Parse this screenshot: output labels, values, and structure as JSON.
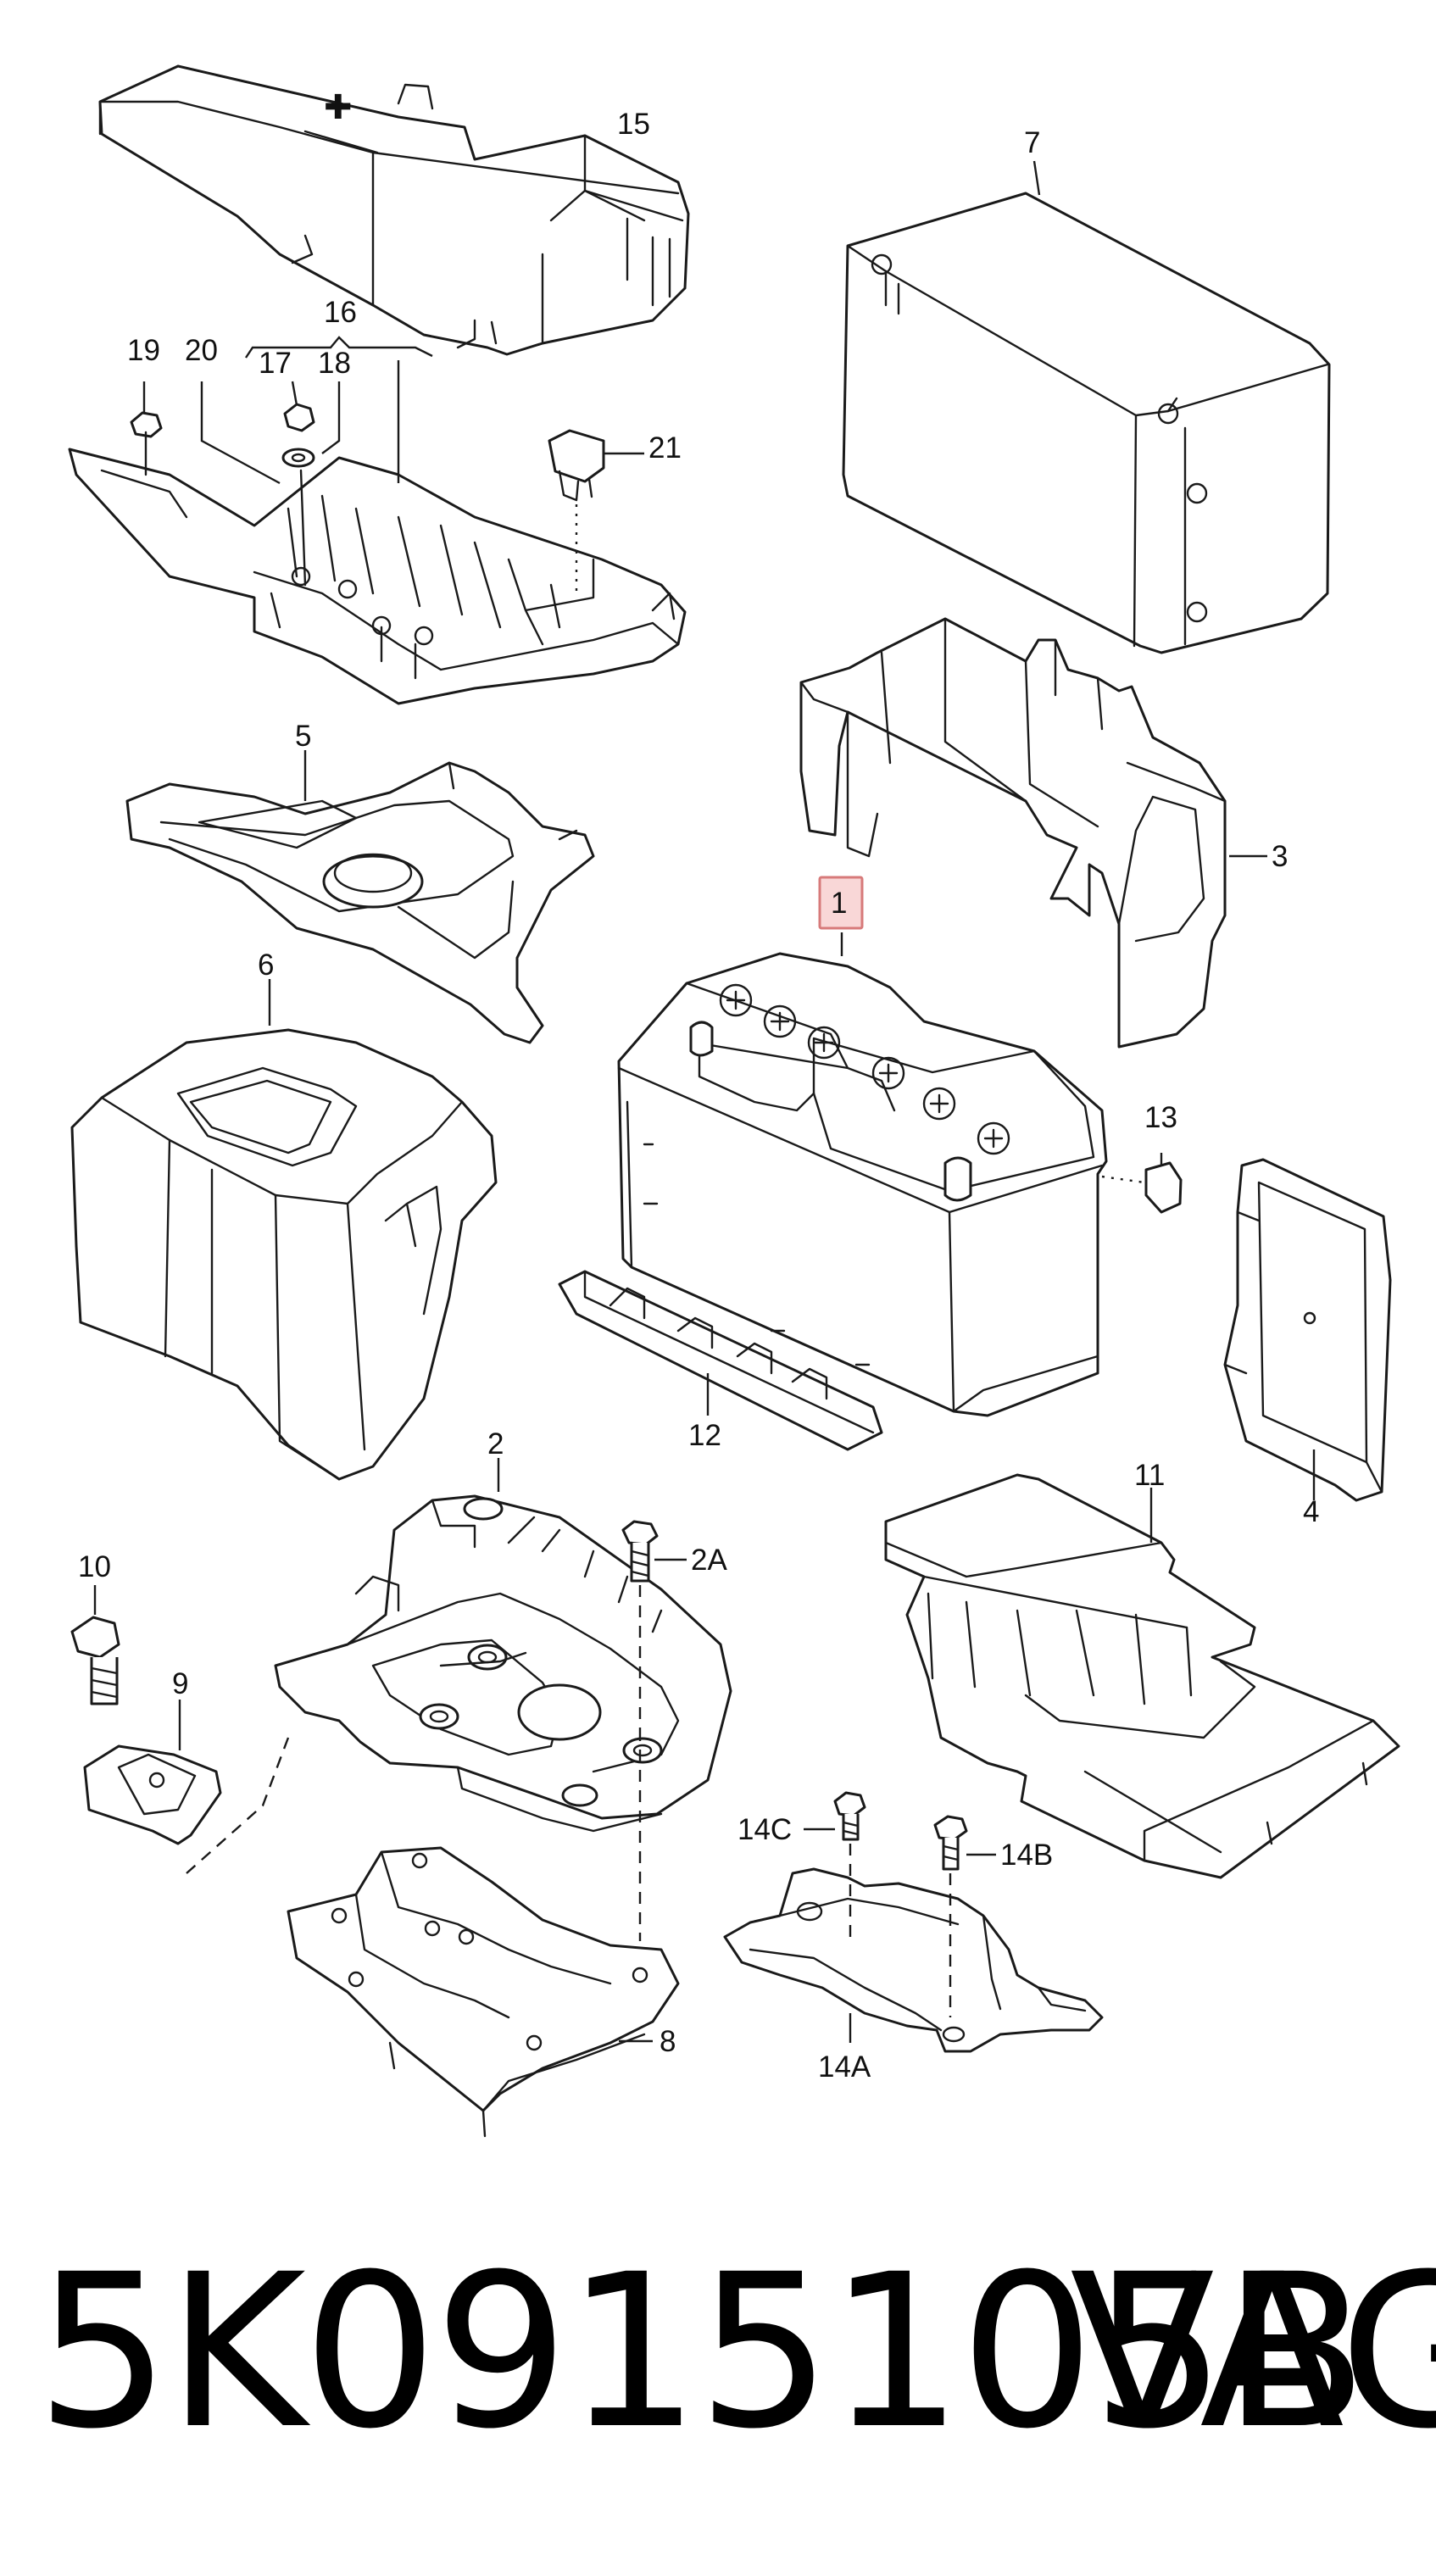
{
  "callouts": {
    "c1": "1",
    "c2": "2",
    "c2a": "2A",
    "c3": "3",
    "c4": "4",
    "c5": "5",
    "c6": "6",
    "c7": "7",
    "c8": "8",
    "c9": "9",
    "c10": "10",
    "c11": "11",
    "c12": "12",
    "c13": "13",
    "c14a": "14A",
    "c14b": "14B",
    "c14c": "14C",
    "c15": "15",
    "c16": "16",
    "c17": "17",
    "c18": "18",
    "c19": "19",
    "c20": "20",
    "c21": "21"
  },
  "footer": {
    "part_number": "5K0915105B",
    "brand": "VAG"
  },
  "colors": {
    "highlight_fill": "#f9d7d7",
    "highlight_stroke": "#d77a7a",
    "line": "#1a1a1a"
  }
}
